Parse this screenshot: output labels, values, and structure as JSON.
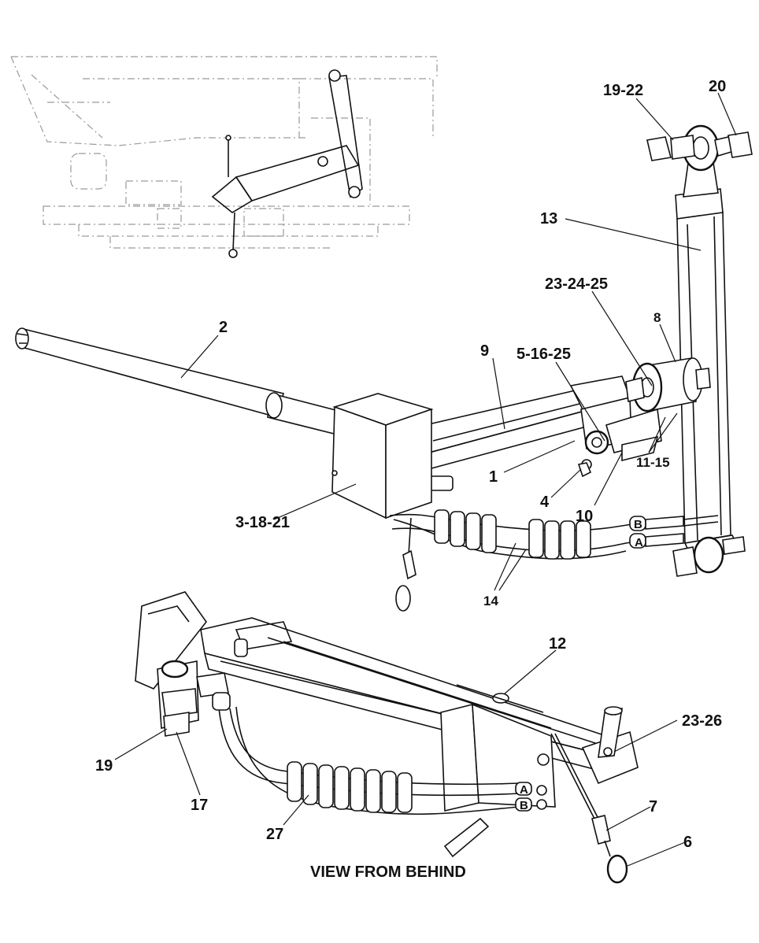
{
  "labels": {
    "l_19_22": "19-22",
    "l_20": "20",
    "l_13": "13",
    "l_23_24_25": "23-24-25",
    "l_8": "8",
    "l_2": "2",
    "l_9": "9",
    "l_5_16_25": "5-16-25",
    "l_1": "1",
    "l_4": "4",
    "l_11_15": "11-15",
    "l_10": "10",
    "l_3_18_21": "3-18-21",
    "l_14": "14",
    "l_12": "12",
    "l_23_26": "23-26",
    "l_19": "19",
    "l_17": "17",
    "l_27": "27",
    "l_7": "7",
    "l_6": "6"
  },
  "hose_letters": {
    "upper_b": "B",
    "upper_a": "A",
    "lower_a": "A",
    "lower_b": "B"
  },
  "caption": "VIEW FROM BEHIND"
}
